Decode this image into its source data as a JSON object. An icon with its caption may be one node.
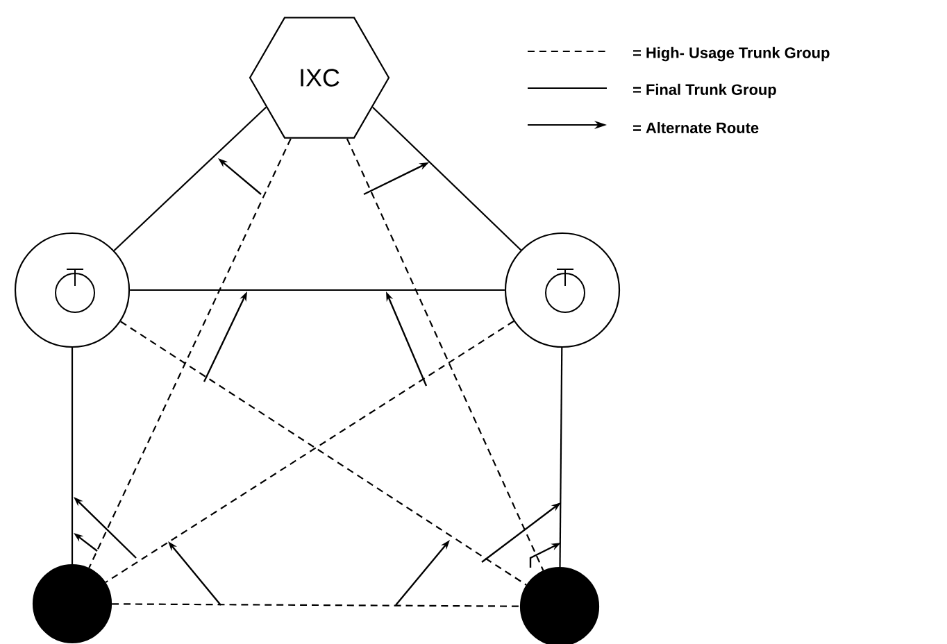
{
  "diagram": {
    "nodes": [
      {
        "text": [
          "IXC"
        ]
      },
      {
        "text": [],
        "shape": "circle"
      },
      {
        "text": [],
        "shape": "circle"
      },
      {
        "text": [],
        "shape": "circle"
      },
      {
        "text": [],
        "shape": "circle"
      }
    ],
    "edges": [
      {
        "from": 0,
        "to": 1,
        "arrow": "none"
      },
      {
        "from": 0,
        "to": 2,
        "arrow": "none"
      },
      {
        "from": 1,
        "to": 2,
        "arrow": "none"
      },
      {
        "from": 1,
        "to": 3,
        "arrow": "none"
      },
      {
        "from": 2,
        "to": 4,
        "arrow": "none"
      },
      {
        "from": 0,
        "to": 3,
        "arrow": "none",
        "style": "dashed"
      },
      {
        "from": 0,
        "to": 4,
        "arrow": "none",
        "style": "dashed"
      },
      {
        "from": 1,
        "to": 4,
        "arrow": "none",
        "style": "dashed"
      },
      {
        "from": 2,
        "to": 3,
        "arrow": "none",
        "style": "dashed"
      },
      {
        "from": 3,
        "to": 4,
        "arrow": "none",
        "style": "dashed"
      }
    ],
    "legend": [
      {
        "text": "= High- Usage Trunk Group"
      },
      {
        "text": "= Final Trunk Group"
      },
      {
        "text": "= Alternate Route"
      }
    ]
  }
}
